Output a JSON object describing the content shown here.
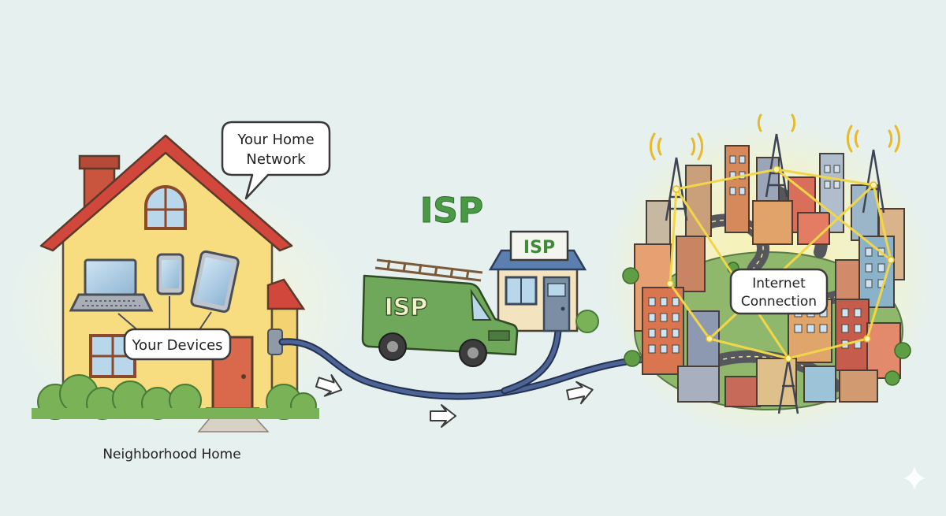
{
  "labels": {
    "home_network": [
      "Your Home",
      "Network"
    ],
    "devices": "Your Devices",
    "isp_title": "ISP",
    "isp_store_sign": "ISP",
    "isp_van": "ISP",
    "internet_connection": [
      "Internet",
      "Connection"
    ],
    "neighborhood_home": "Neighborhood Home"
  },
  "colors": {
    "background": "#e6f1ef",
    "house_wall": "#f7dc80",
    "roof": "#d1473c",
    "van": "#6fa75b",
    "isp_green": "#4a9a45",
    "cable": "#3c4f7a",
    "glow": "#f7e26b"
  }
}
